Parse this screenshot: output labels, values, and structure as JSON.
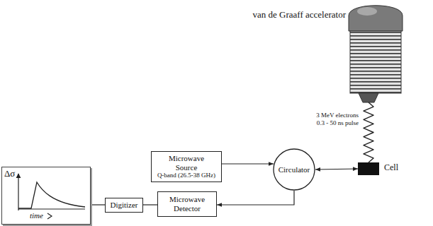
{
  "diagram": {
    "nodes": [
      {
        "text": [
          "van de Graaff accelerator"
        ]
      },
      {
        "text": [
          "Microwave Source",
          "Q-band (26.5-38 GHz)"
        ]
      },
      {
        "text": [
          "Circulator"
        ]
      },
      {
        "text": [
          "Cell"
        ]
      },
      {
        "text": [
          "Δσ",
          "time"
        ]
      },
      {
        "text": [
          "Digitizer"
        ]
      },
      {
        "text": [
          "Microwave Detector"
        ]
      }
    ],
    "edges": [
      {
        "from": 0,
        "to": 3,
        "arrow": "none",
        "label": "3 MeV electrons 0.3 - 50 ns pulse"
      },
      {
        "from": 1,
        "to": 2,
        "arrow": "to"
      },
      {
        "from": 2,
        "to": 3,
        "arrow": "both"
      },
      {
        "from": 2,
        "to": 6,
        "arrow": "to"
      },
      {
        "from": 6,
        "to": 5,
        "arrow": "none"
      },
      {
        "from": 5,
        "to": 4,
        "arrow": "none"
      }
    ]
  }
}
